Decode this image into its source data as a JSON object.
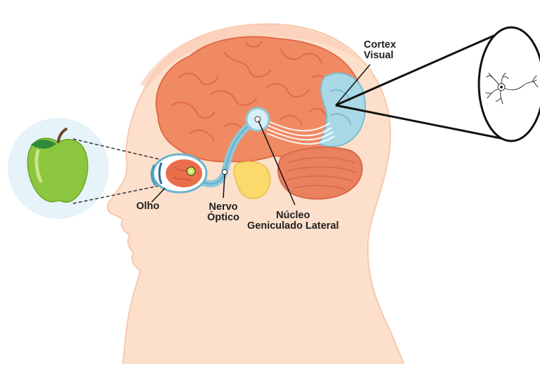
{
  "labels": {
    "eye": "Olho",
    "optic_nerve_line1": "Nervo",
    "optic_nerve_line2": "Óptico",
    "lgn_line1": "Núcleo",
    "lgn_line2": "Geniculado Lateral",
    "cortex_line1": "Cortex",
    "cortex_line2": "Visual"
  },
  "colors": {
    "skin": "#fde0cc",
    "skin_outline": "#f8c8ad",
    "brain": "#f08a63",
    "brain_fold": "#e86e4c",
    "visual_cortex": "#a9d8e6",
    "cerebellum": "#e9805e",
    "brainstem": "#fbd96a",
    "nerve": "#8cc8dc",
    "apple": "#8cc63f",
    "apple_circle": "#e6f3f8",
    "leaf": "#2f8a3a",
    "line": "#111111"
  },
  "icons": {
    "apple": "apple-icon",
    "neuron": "neuron-icon"
  }
}
